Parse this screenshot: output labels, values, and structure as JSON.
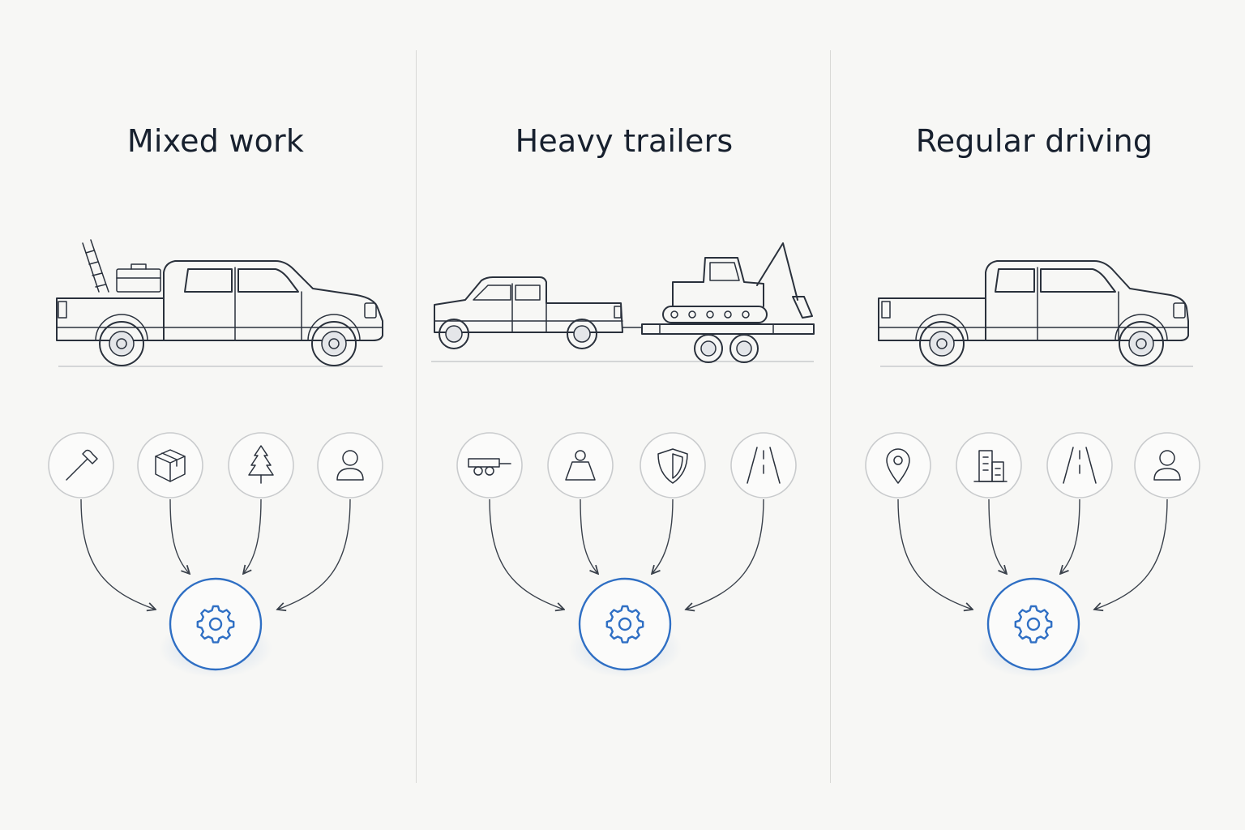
{
  "panels": [
    {
      "title": "Mixed work",
      "illustration": "pickup-truck-with-ladder-and-toolbox",
      "icons": [
        "hammer-icon",
        "box-icon",
        "tree-icon",
        "person-icon"
      ],
      "hub_icon": "gear-icon"
    },
    {
      "title": "Heavy trailers",
      "illustration": "pickup-towing-excavator-trailer",
      "icons": [
        "trailer-icon",
        "weight-icon",
        "shield-icon",
        "road-icon"
      ],
      "hub_icon": "gear-icon"
    },
    {
      "title": "Regular driving",
      "illustration": "pickup-truck",
      "icons": [
        "location-pin-icon",
        "building-icon",
        "road-icon",
        "person-icon"
      ],
      "hub_icon": "gear-icon"
    }
  ],
  "colors": {
    "background": "#f7f7f5",
    "line": "#2a313c",
    "accent": "#2f6fc4",
    "icon_circle_stroke": "#c9cbcd",
    "title": "#17202e"
  }
}
